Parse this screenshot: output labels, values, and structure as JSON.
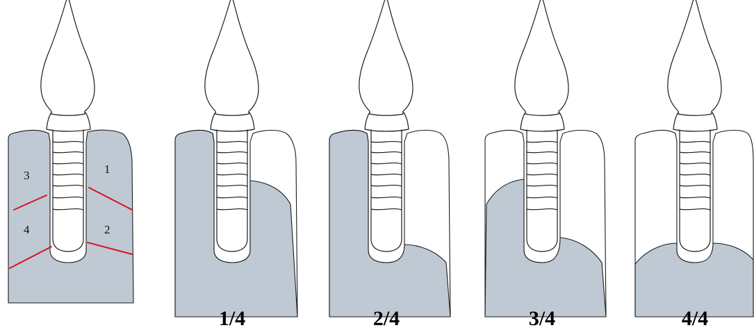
{
  "panels": [
    {
      "id": "legend",
      "caption": "",
      "zones": {
        "z1": "1",
        "z2": "2",
        "z3": "3",
        "z4": "4"
      }
    },
    {
      "id": "p1",
      "caption": "1/4"
    },
    {
      "id": "p2",
      "caption": "2/4"
    },
    {
      "id": "p3",
      "caption": "3/4"
    },
    {
      "id": "p4",
      "caption": "4/4"
    }
  ],
  "colors": {
    "bone": "#bec9d3",
    "divider": "#d4141c",
    "outline": "#1a1a1a"
  }
}
